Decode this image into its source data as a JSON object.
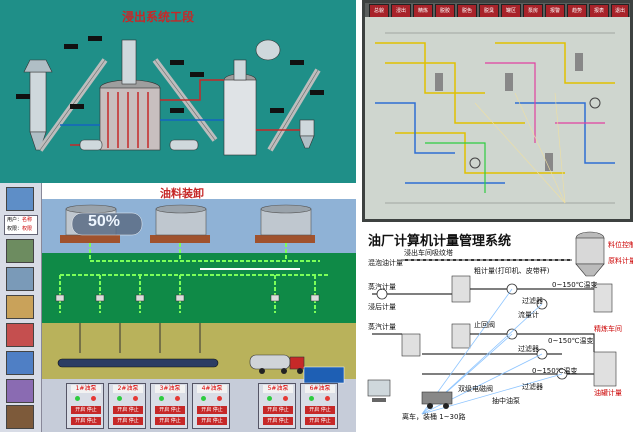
{
  "extraction": {
    "title": "浸出系统工段",
    "accent": "#1f8f88",
    "title_color": "#c62828"
  },
  "oil_loading": {
    "title": "油料装卸",
    "level_percent": 50,
    "level_text": "50%",
    "sidebar": {
      "login_user_label": "用户：",
      "login_user_value": "名称",
      "login_role_label": "权限：",
      "login_role_value": "权限"
    },
    "controls": [
      {
        "label": "1#油泵",
        "start": "开启 停止",
        "stop": "开启 停止"
      },
      {
        "label": "2#油泵",
        "start": "开启 停止",
        "stop": "开启 停止"
      },
      {
        "label": "3#油泵",
        "start": "开启 停止",
        "stop": "开启 停止"
      },
      {
        "label": "4#油泵",
        "start": "开启 停止",
        "stop": "开启 停止"
      },
      {
        "label": "5#油泵",
        "start": "开启 停止",
        "stop": "开启 停止"
      },
      {
        "label": "6#油泵",
        "start": "开启 停止",
        "stop": "开启 停止"
      }
    ]
  },
  "scada": {
    "tabs": [
      "总貌",
      "浸出",
      "精炼",
      "脱胶",
      "脱色",
      "脱臭",
      "罐区",
      "泵房",
      "报警",
      "趋势",
      "报表",
      "退出"
    ],
    "bg": "#cfd6cf"
  },
  "metering": {
    "title": "油厂计算机计量管理系统",
    "labels": {
      "silo_right": "料位控制",
      "silo_meter": "原料计量",
      "steam_meter": "混泡油计量",
      "main_tower": "浸出车间吸纹塔",
      "crude": "粗计量(打印机、皮带秤)",
      "steam": "蒸汽计量",
      "after_pot": "浸后计量",
      "temp1": "0~150℃温变",
      "filter1": "过滤器",
      "meter": "流量计",
      "valve": "止回阀",
      "steam2": "蒸汽计量",
      "refine": "精炼车间",
      "temp2": "0~150℃温变",
      "filter2": "过滤器",
      "out_tank": "油罐计量",
      "pump": "双级电磁阀",
      "pump2": "抽中油泵",
      "temp3": "0~150℃温变",
      "filter3": "过滤器",
      "car": "离车，装桶 1~30路"
    }
  }
}
